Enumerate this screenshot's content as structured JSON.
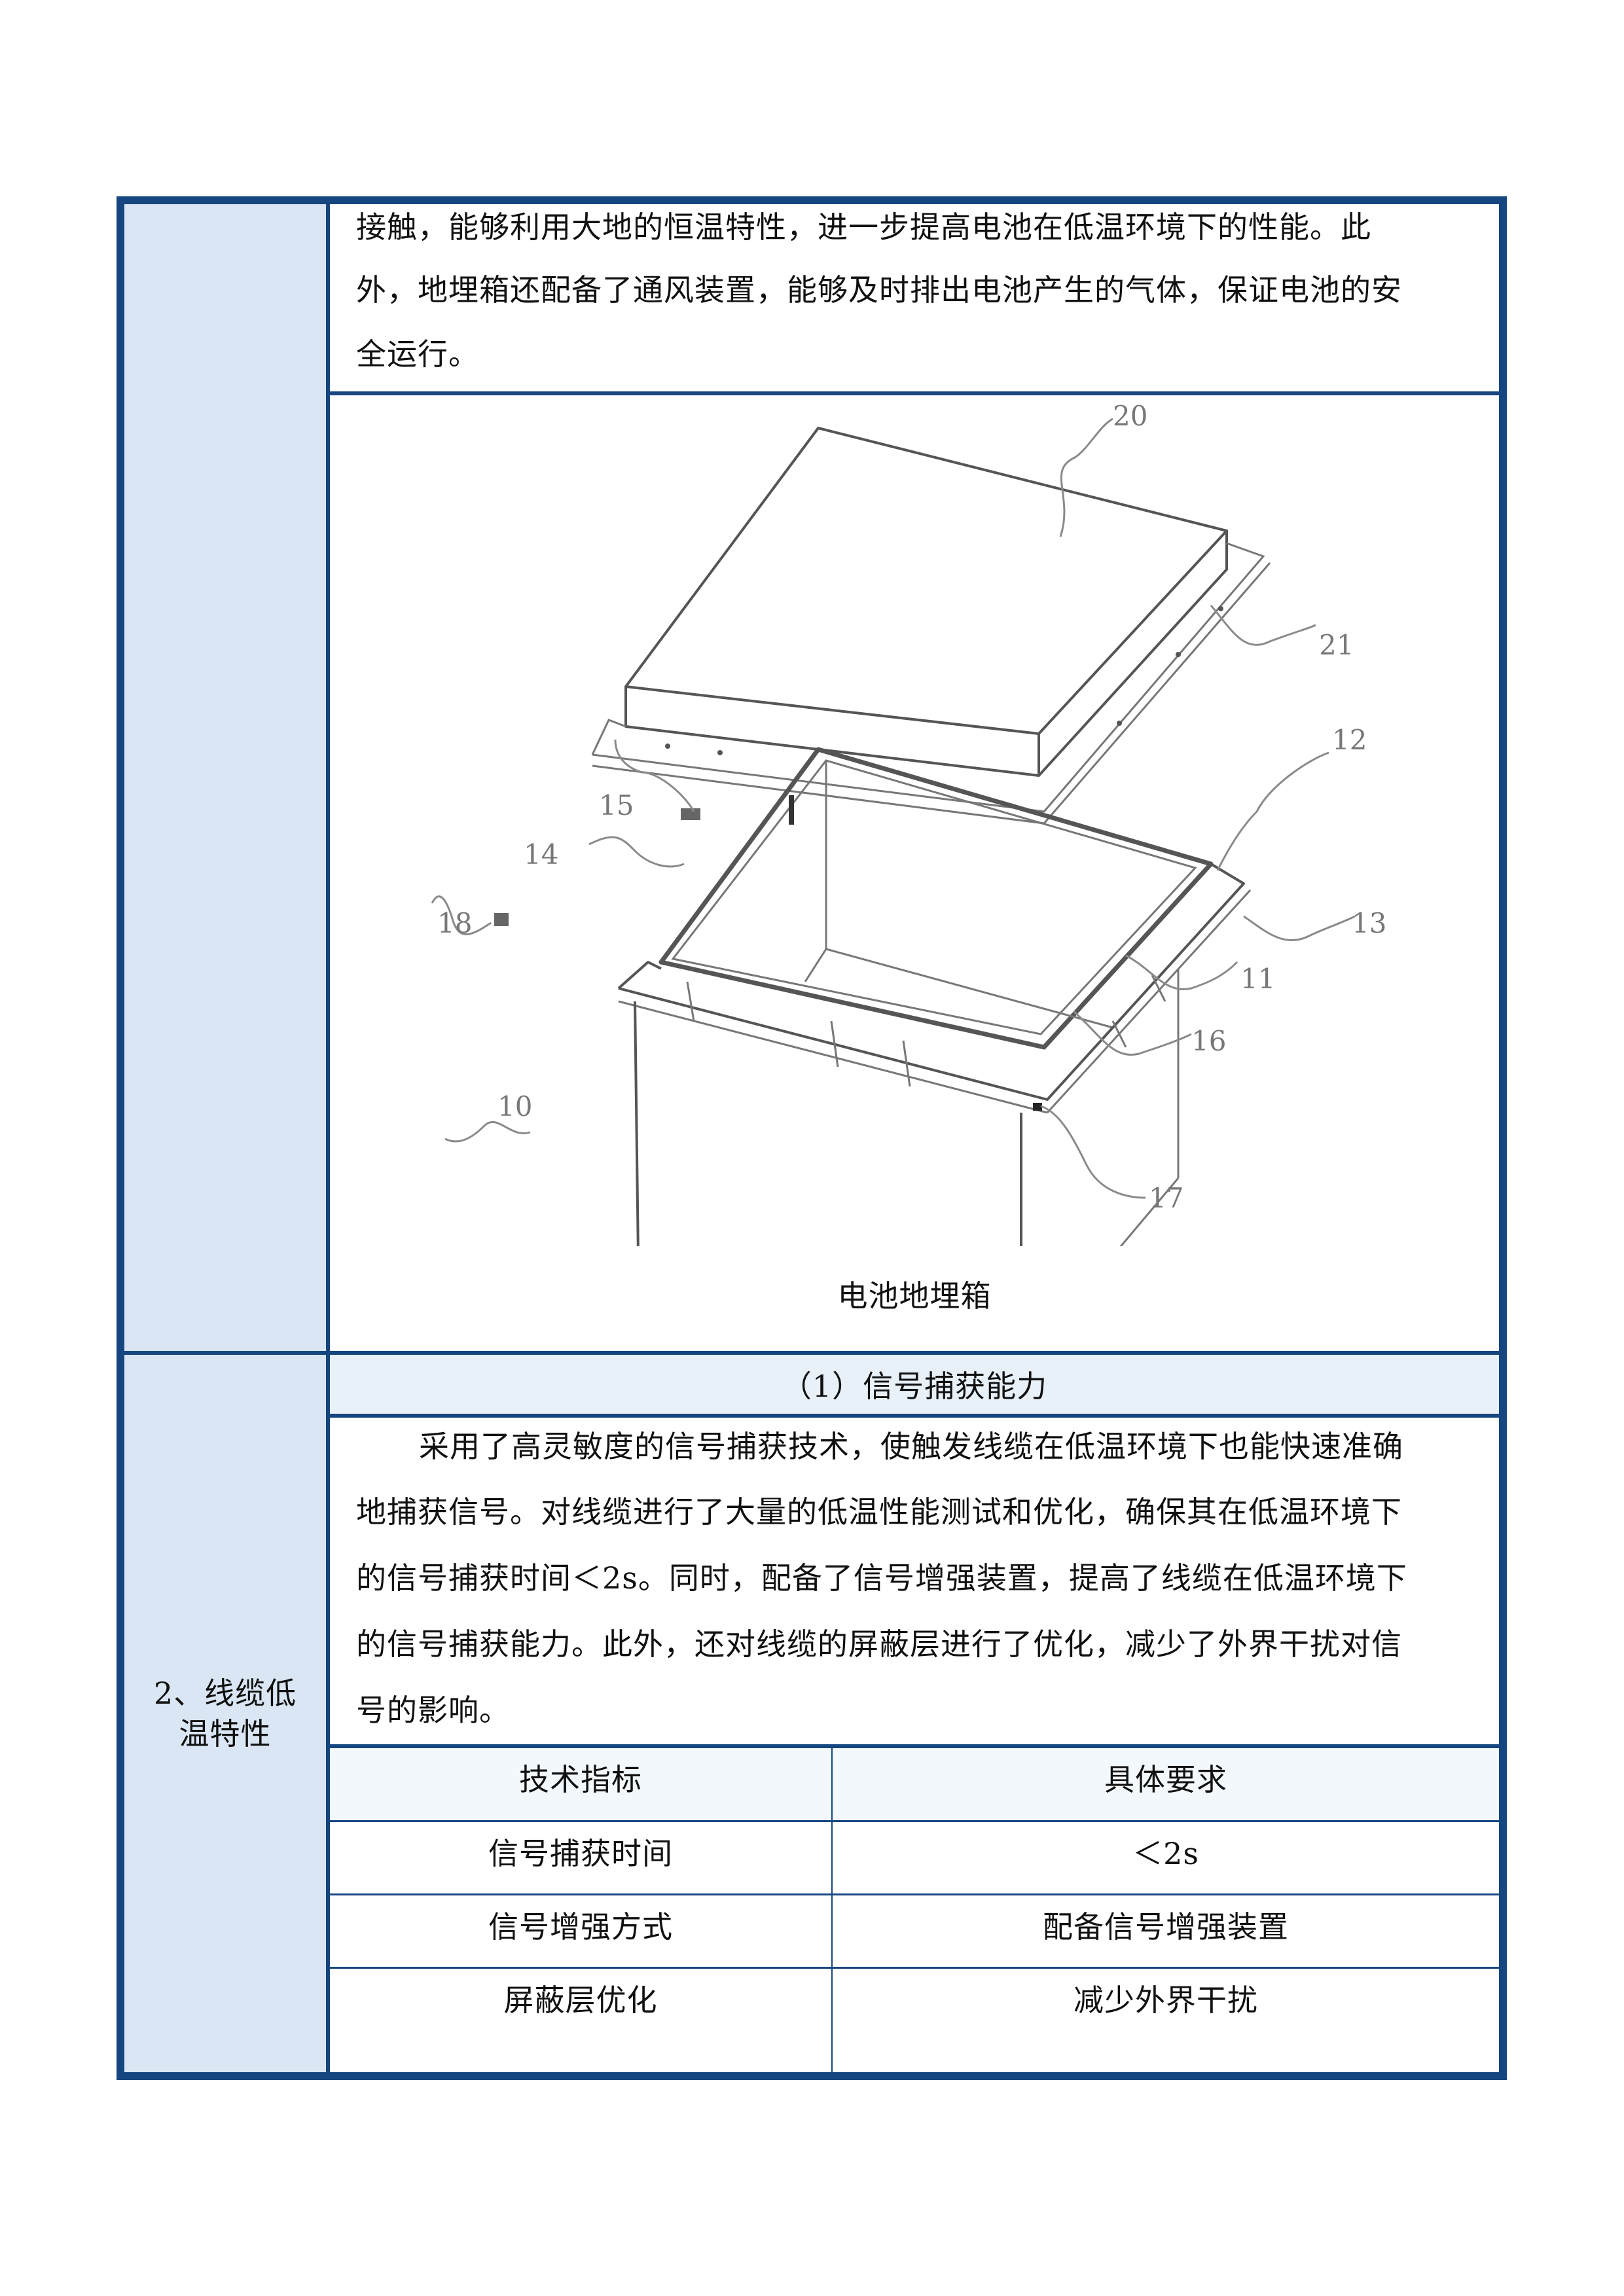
{
  "section1": {
    "continued_text": [
      "接触，能够利用大地的恒温特性，进一步提高电池在低温环境下的性能。此",
      "外，地埋箱还配备了通风装置，能够及时排出电池产生的气体，保证电池的安",
      "全运行。"
    ],
    "figure": {
      "caption": "电池地埋箱",
      "part_labels": [
        "20",
        "21",
        "12",
        "15",
        "14",
        "13",
        "18",
        "11",
        "10",
        "16",
        "17"
      ]
    }
  },
  "section2": {
    "label_line1": "2、线缆低",
    "label_line2": "温特性",
    "subheading": "（1）信号捕获能力",
    "paragraph_lines": [
      "采用了高灵敏度的信号捕获技术，使触发线缆在低温环境下也能快速准确",
      "地捕获信号。对线缆进行了大量的低温性能测试和优化，确保其在低温环境下",
      "的信号捕获时间＜2s。同时，配备了信号增强装置，提高了线缆在低温环境下",
      "的信号捕获能力。此外，还对线缆的屏蔽层进行了优化，减少了外界干扰对信",
      "号的影响。"
    ],
    "table": {
      "headers": [
        "技术指标",
        "具体要求"
      ],
      "rows": [
        [
          "信号捕获时间",
          "＜2s"
        ],
        [
          "信号增强方式",
          "配备信号增强装置"
        ],
        [
          "屏蔽层优化",
          "减少外界干扰"
        ]
      ]
    }
  },
  "colors": {
    "border": "#15467f",
    "left_column_bg": "#dae6f3",
    "subheading_bg": "#e8f0f8",
    "table_header_bg": "#f2f8fc"
  }
}
